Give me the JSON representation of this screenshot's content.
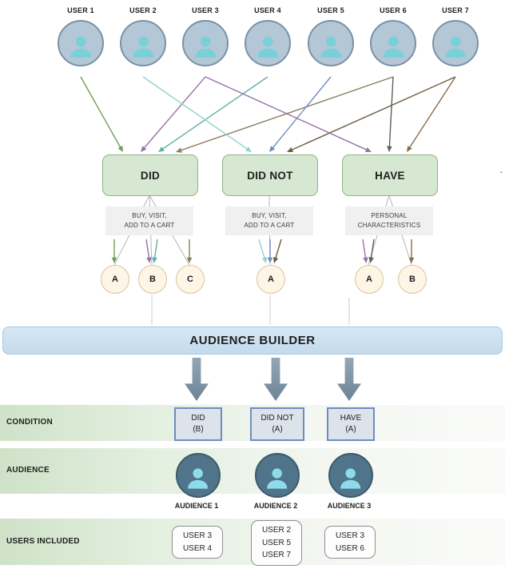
{
  "users": [
    {
      "label": "USER 1"
    },
    {
      "label": "USER 2"
    },
    {
      "label": "USER 3"
    },
    {
      "label": "USER 4"
    },
    {
      "label": "USER 5"
    },
    {
      "label": "USER 6"
    },
    {
      "label": "USER 7"
    }
  ],
  "boxes": [
    {
      "label": "DID",
      "sub1": "BUY, VISIT,",
      "sub2": "ADD TO A CART",
      "circles": [
        "A",
        "B",
        "C"
      ]
    },
    {
      "label": "DID NOT",
      "sub1": "BUY, VISIT,",
      "sub2": "ADD TO A CART",
      "circles": [
        "A"
      ]
    },
    {
      "label": "HAVE",
      "sub1": "PERSONAL",
      "sub2": "CHARACTERISTICS",
      "circles": [
        "A",
        "B"
      ]
    }
  ],
  "builder": {
    "label": "AUDIENCE BUILDER"
  },
  "rows": {
    "condition": "CONDITION",
    "audience": "AUDIENCE",
    "users_included": "USERS INCLUDED"
  },
  "results": [
    {
      "condition": "DID",
      "condition_sub": "(B)",
      "audience_label": "AUDIENCE 1",
      "users": [
        "USER 3",
        "USER 4"
      ]
    },
    {
      "condition": "DID NOT",
      "condition_sub": "(A)",
      "audience_label": "AUDIENCE 2",
      "users": [
        "USER 2",
        "USER 5",
        "USER 7"
      ]
    },
    {
      "condition": "HAVE",
      "condition_sub": "(A)",
      "audience_label": "AUDIENCE 3",
      "users": [
        "USER 3",
        "USER 6"
      ]
    }
  ],
  "diagram": {
    "connections": [
      {
        "from": "USER 1",
        "to": "DID",
        "color": "#6f9e53"
      },
      {
        "from": "USER 3",
        "to": "DID",
        "color": "#9673a6"
      },
      {
        "from": "USER 4",
        "to": "DID",
        "color": "#5fb0a5"
      },
      {
        "from": "USER 6",
        "to": "DID",
        "color": "#8a7f5c"
      },
      {
        "from": "USER 2",
        "to": "DID NOT",
        "color": "#8fd4cc"
      },
      {
        "from": "USER 5",
        "to": "DID NOT",
        "color": "#6c8ebf"
      },
      {
        "from": "USER 7",
        "to": "DID NOT",
        "color": "#6e5b45"
      },
      {
        "from": "USER 3",
        "to": "HAVE",
        "color": "#9673a6"
      },
      {
        "from": "USER 6",
        "to": "HAVE",
        "color": "#5e5e5e"
      },
      {
        "from": "USER 7",
        "to": "HAVE",
        "color": "#8a6d4a"
      }
    ],
    "circle_links": [
      {
        "box": "DID",
        "circle": "A",
        "color": "#6f9e53"
      },
      {
        "box": "DID",
        "circle": "B",
        "color": "#9673a6"
      },
      {
        "box": "DID",
        "circle": "B",
        "color": "#5fb0a5"
      },
      {
        "box": "DID",
        "circle": "C",
        "color": "#8a7f5c"
      },
      {
        "box": "DID NOT",
        "circle": "A",
        "color": "#8fd4cc"
      },
      {
        "box": "DID NOT",
        "circle": "A",
        "color": "#6c8ebf"
      },
      {
        "box": "DID NOT",
        "circle": "A",
        "color": "#6e5b45"
      },
      {
        "box": "HAVE",
        "circle": "A",
        "color": "#9673a6"
      },
      {
        "box": "HAVE",
        "circle": "A",
        "color": "#5e5e5e"
      },
      {
        "box": "HAVE",
        "circle": "B",
        "color": "#8a6d4a"
      }
    ]
  },
  "misc": {
    "dot": "."
  },
  "colors": {
    "text-dark": "#1f1f1f",
    "user-circle-bg": "#b4c7d6",
    "user-circle-border": "#7a91a6",
    "person-teal": "#7ad0d8",
    "green-box-bg": "#d6e8d2",
    "green-box-border": "#93b184",
    "sub-box-bg": "#f0f0f0",
    "sub-box-text": "#3c3c3c",
    "cream-circle-bg": "#fdf5e6",
    "cream-circle-border": "#dcc49c",
    "builder-bg": "#d6e7f4",
    "builder-border": "#a7c7de",
    "big-arrow-top": "#93a7b6",
    "big-arrow-bottom": "#6d8496",
    "band-green": "#cfe2c8",
    "condition-box-bg": "#dde3eb",
    "condition-box-border": "#6c8ebf",
    "audience-circle-bg": "#507489",
    "audience-circle-border": "#3d5a6b",
    "audience-person": "#8fdbec",
    "users-box-bg": "#fdfdfd",
    "users-box-border": "#8f8f8f",
    "connector-gray": "#b5b5b5",
    "faint-line": "#cccccc"
  }
}
